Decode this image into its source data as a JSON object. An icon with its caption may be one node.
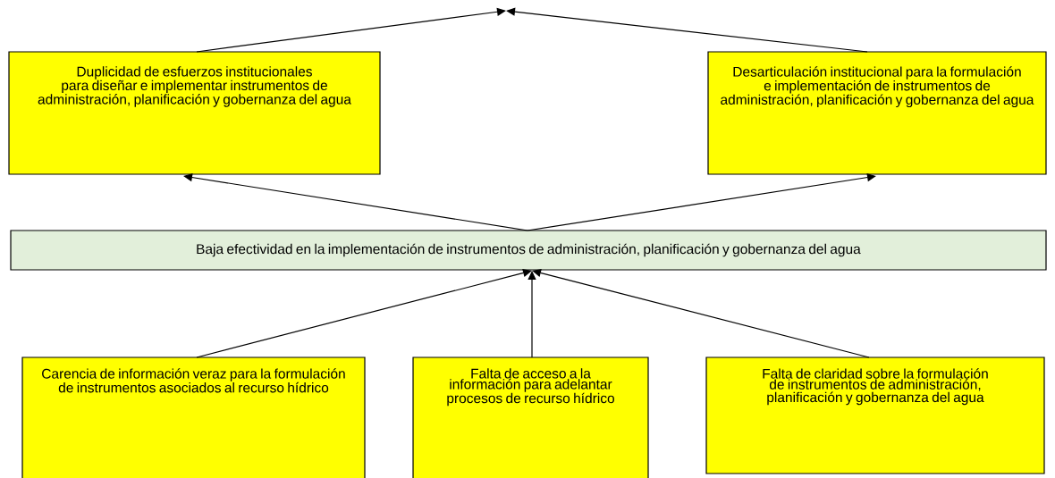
{
  "diagram": {
    "nodes": [
      {
        "text": [
          "Duplicidad de esfuerzos institucionales para diseñar e implementar instrumentos de administración, planificación y gobernanza del agua"
        ]
      },
      {
        "text": [
          "Desarticulación institucional para la formulación e implementación de instrumentos de administración, planificación y gobernanza del agua"
        ]
      },
      {
        "text": [
          "Baja efectividad en la implementación de instrumentos de administración, planificación y gobernanza del agua"
        ]
      },
      {
        "text": [
          "Carencia de información veraz para la formulación de instrumentos asociados al recurso hídrico"
        ]
      },
      {
        "text": [
          "Falta de acceso a la información para adelantar procesos de recurso hídrico"
        ]
      },
      {
        "text": [
          "Falta de claridad sobre la formulación de instrumentos de administración, planificación y gobernanza del agua"
        ]
      }
    ],
    "edges": [
      {
        "from": 0,
        "to": null,
        "arrow": "to"
      },
      {
        "from": 1,
        "to": null,
        "arrow": "to"
      },
      {
        "from": 2,
        "to": 0,
        "arrow": "to"
      },
      {
        "from": 2,
        "to": 1,
        "arrow": "to"
      },
      {
        "from": 3,
        "to": 2,
        "arrow": "to"
      },
      {
        "from": 4,
        "to": 2,
        "arrow": "to"
      },
      {
        "from": 5,
        "to": 2,
        "arrow": "to"
      }
    ]
  }
}
